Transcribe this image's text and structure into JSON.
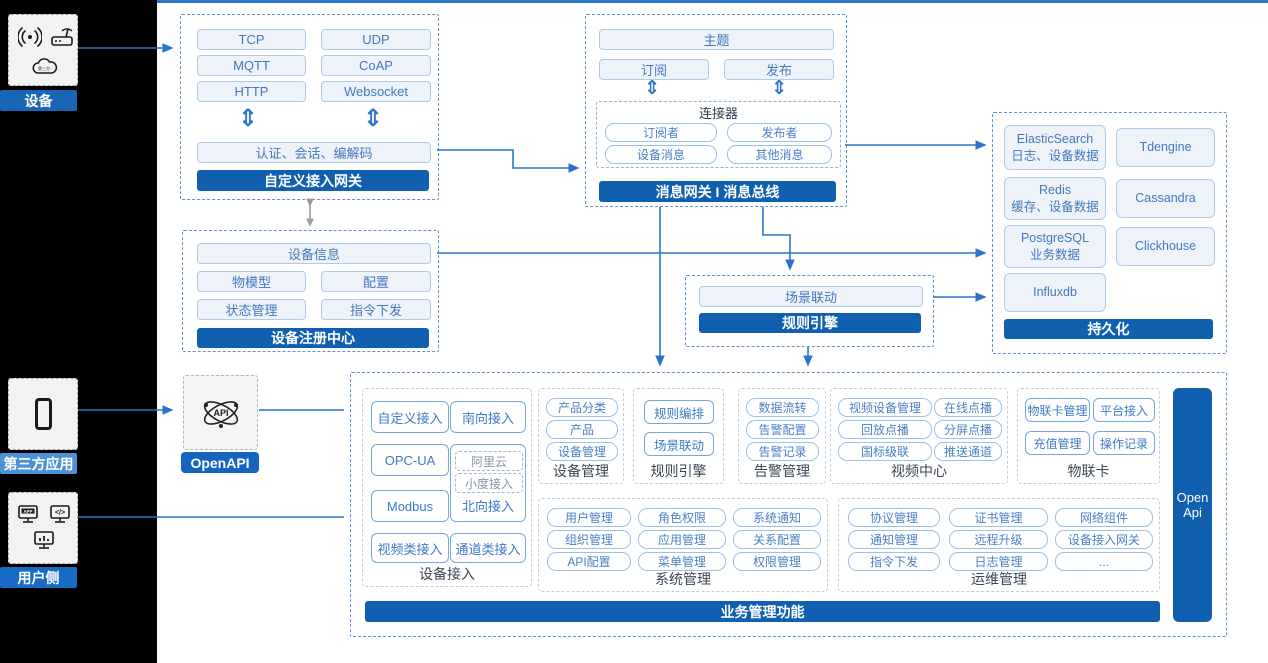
{
  "left_rail": {
    "devices": {
      "label": "设备",
      "icons": [
        "signal-icon",
        "router-icon",
        "cloud-icon"
      ]
    },
    "third_party": {
      "label": "第三方应用",
      "icons": [
        "phone-icon"
      ]
    },
    "user_side": {
      "label": "用户侧",
      "icons": [
        "app-monitor-icon",
        "code-monitor-icon",
        "chart-monitor-icon"
      ]
    }
  },
  "custom_gateway": {
    "protocols": [
      "TCP",
      "UDP",
      "MQTT",
      "CoAP",
      "HTTP",
      "Websocket"
    ],
    "middle": "认证、会话、编解码",
    "banner": "自定义接入网关"
  },
  "message_gateway": {
    "topic": "主题",
    "subscribe": "订阅",
    "publish": "发布",
    "connector": {
      "title": "连接器",
      "items": [
        "订阅者",
        "发布者",
        "设备消息",
        "其他消息"
      ]
    },
    "banner": "消息网关 I 消息总线"
  },
  "device_registry": {
    "top": "设备信息",
    "items": [
      "物模型",
      "配置",
      "状态管理",
      "指令下发"
    ],
    "banner": "设备注册中心"
  },
  "rule_engine_box": {
    "item": "场景联动",
    "banner": "规则引擎"
  },
  "persistence": {
    "dbs": [
      {
        "name": "ElasticSearch",
        "desc": "日志、设备数据"
      },
      {
        "name": "Tdengine"
      },
      {
        "name": "Redis",
        "desc": "缓存、设备数据"
      },
      {
        "name": "Cassandra"
      },
      {
        "name": "PostgreSQL",
        "desc": "业务数据"
      },
      {
        "name": "Clickhouse"
      },
      {
        "name": "Influxdb"
      }
    ],
    "banner": "持久化"
  },
  "openapi": {
    "label": "OpenAPI",
    "icon": "api-atom-icon"
  },
  "business": {
    "banner": "业务管理功能",
    "open_api_bar": "Open Api",
    "sections": {
      "device_access": {
        "label": "设备接入",
        "items": [
          "自定义接入",
          "南向接入",
          "OPC-UA",
          "Modbus",
          "视频类接入",
          "通道类接入"
        ],
        "north_group": {
          "dashed_items": [
            "阿里云",
            "小度接入"
          ],
          "label": "北向接入"
        }
      },
      "device_mgmt": {
        "label": "设备管理",
        "items": [
          "产品分类",
          "产品",
          "设备管理"
        ]
      },
      "rule_engine": {
        "label": "规则引擎",
        "items": [
          "规则编排",
          "场景联动"
        ]
      },
      "alarm": {
        "label": "告警管理",
        "items": [
          "数据流转",
          "告警配置",
          "告警记录"
        ]
      },
      "video": {
        "label": "视频中心",
        "items": [
          "视频设备管理",
          "在线点播",
          "回放点播",
          "分屏点播",
          "国标级联",
          "推送通道"
        ]
      },
      "iot_card": {
        "label": "物联卡",
        "items": [
          "物联卡管理",
          "平台接入",
          "充值管理",
          "操作记录"
        ]
      },
      "system": {
        "label": "系统管理",
        "items": [
          "用户管理",
          "角色权限",
          "系统通知",
          "组织管理",
          "应用管理",
          "关系配置",
          "API配置",
          "菜单管理",
          "权限管理"
        ]
      },
      "ops": {
        "label": "运维管理",
        "items": [
          "协议管理",
          "证书管理",
          "网络组件",
          "通知管理",
          "远程升级",
          "设备接入网关",
          "指令下发",
          "日志管理",
          "..."
        ]
      }
    }
  },
  "colors": {
    "banner_blue": "#1060af",
    "arrow_blue": "#2b74c9",
    "light_item_bg": "#eef3f9",
    "item_border": "#aecbe8",
    "item_text": "#4478bd",
    "dashed_blue": "#5e92d0",
    "third_party_label_bg": "#4e92d6",
    "user_side_label_bg": "#176bc4",
    "device_label_bg": "#1966b4"
  }
}
